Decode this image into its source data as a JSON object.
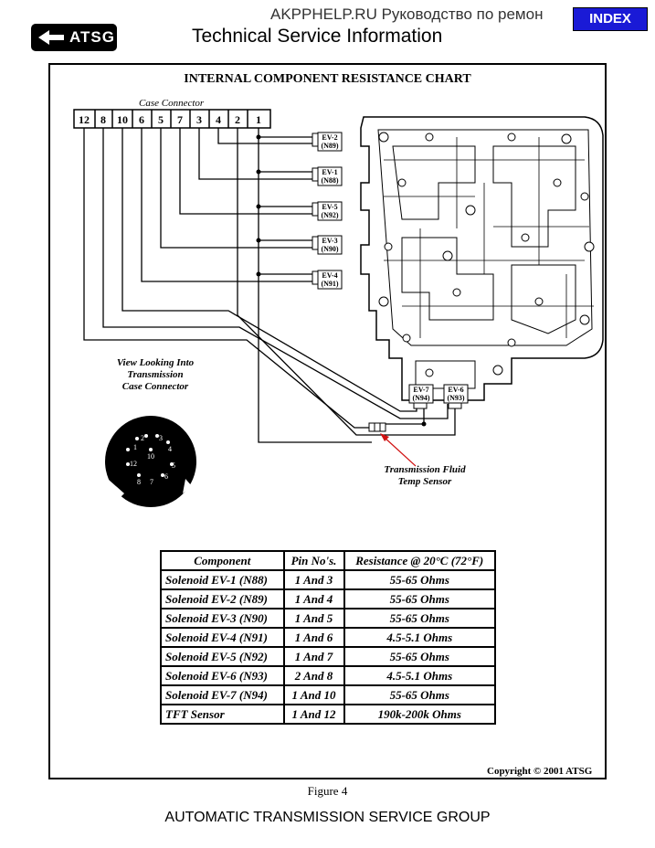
{
  "watermark": "AKPPHELP.RU Руководство по ремон",
  "index_button": "INDEX",
  "logo_text": "ATSG",
  "header_title": "Technical Service Information",
  "chart_title": "INTERNAL COMPONENT RESISTANCE CHART",
  "case_connector_label": "Case Connector",
  "pins": [
    "12",
    "8",
    "10",
    "6",
    "5",
    "7",
    "3",
    "4",
    "2",
    "1"
  ],
  "solenoids": [
    {
      "ev": "EV-2",
      "code": "(N89)"
    },
    {
      "ev": "EV-1",
      "code": "(N88)"
    },
    {
      "ev": "EV-5",
      "code": "(N92)"
    },
    {
      "ev": "EV-3",
      "code": "(N90)"
    },
    {
      "ev": "EV-4",
      "code": "(N91)"
    },
    {
      "ev": "EV-7",
      "code": "(N94)"
    },
    {
      "ev": "EV-6",
      "code": "(N93)"
    }
  ],
  "view_label": [
    "View Looking Into",
    "Transmission",
    "Case Connector"
  ],
  "connector_pins": [
    "1",
    "2",
    "3",
    "4",
    "5",
    "6",
    "7",
    "8",
    "10",
    "12"
  ],
  "tft_label": [
    "Transmission Fluid",
    "Temp Sensor"
  ],
  "table": {
    "headers": [
      "Component",
      "Pin No's.",
      "Resistance @ 20°C (72°F)"
    ],
    "rows": [
      [
        "Solenoid EV-1 (N88)",
        "1 And 3",
        "55-65 Ohms"
      ],
      [
        "Solenoid EV-2 (N89)",
        "1 And 4",
        "55-65 Ohms"
      ],
      [
        "Solenoid EV-3 (N90)",
        "1 And 5",
        "55-65 Ohms"
      ],
      [
        "Solenoid EV-4 (N91)",
        "1 And 6",
        "4.5-5.1 Ohms"
      ],
      [
        "Solenoid EV-5 (N92)",
        "1 And 7",
        "55-65 Ohms"
      ],
      [
        "Solenoid EV-6 (N93)",
        "2 And 8",
        "4.5-5.1 Ohms"
      ],
      [
        "Solenoid EV-7 (N94)",
        "1 And 10",
        "55-65 Ohms"
      ],
      [
        "TFT Sensor",
        "1 And 12",
        "190k-200k Ohms"
      ]
    ]
  },
  "copyright": "Copyright © 2001 ATSG",
  "figure_caption": "Figure 4",
  "footer": "AUTOMATIC TRANSMISSION SERVICE GROUP",
  "colors": {
    "index_bg": "#1a1ad6",
    "arrow": "#d01010"
  }
}
